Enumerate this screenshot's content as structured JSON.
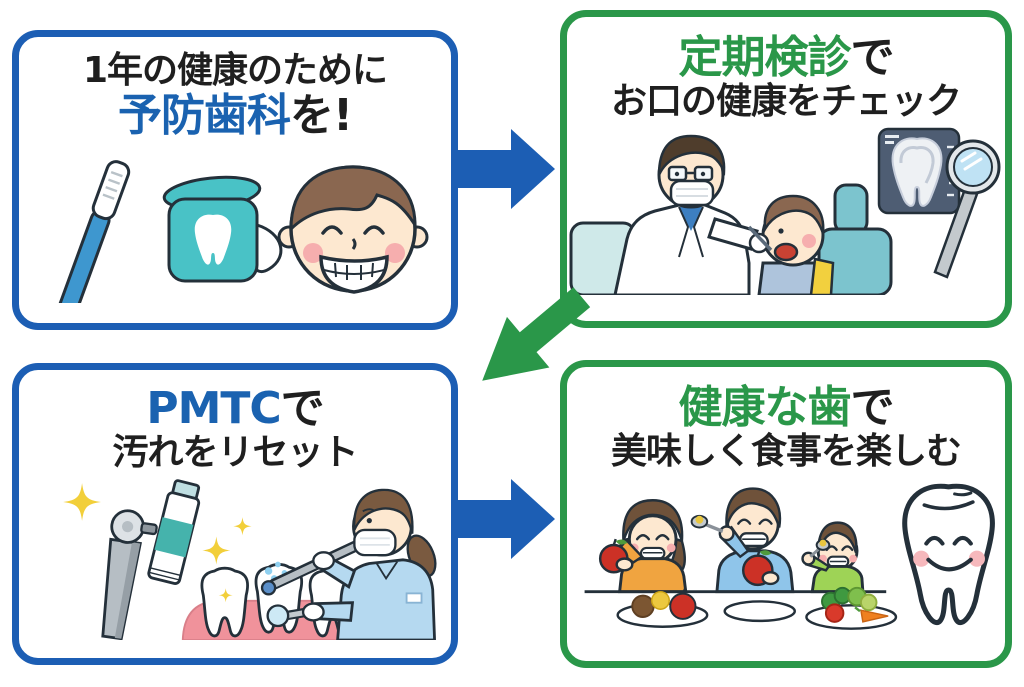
{
  "colors": {
    "blue_accent": "#1c5eb4",
    "blue_text": "#1a62b0",
    "green_accent": "#2a9749",
    "text_black": "#1f1f1f",
    "background": "#ffffff"
  },
  "panels": {
    "prevention": {
      "line1": [
        {
          "text": "1年の健康のために",
          "color": "#1f1f1f"
        }
      ],
      "line2": [
        {
          "text": "予防歯科",
          "color": "#1a62b0"
        },
        {
          "text": "を!",
          "color": "#1f1f1f"
        }
      ],
      "illustrations": [
        "toothbrush",
        "dental-floss-box",
        "smiling-boy"
      ]
    },
    "checkup": {
      "line1": [
        {
          "text": "定期検診",
          "color": "#2a9749"
        },
        {
          "text": "で",
          "color": "#1f1f1f"
        }
      ],
      "line2": [
        {
          "text": "お口の健康をチェック",
          "color": "#1f1f1f"
        }
      ],
      "illustrations": [
        "dentist-examining-patient",
        "tooth-xray",
        "dental-mirror"
      ]
    },
    "pmtc": {
      "line1": [
        {
          "text": "PMTC",
          "color": "#1a62b0"
        },
        {
          "text": "で",
          "color": "#1f1f1f"
        }
      ],
      "line2": [
        {
          "text": "汚れをリセット",
          "color": "#1f1f1f"
        }
      ],
      "illustrations": [
        "sparkles",
        "polishing-handpiece",
        "toothpaste-tube",
        "teeth-being-cleaned",
        "dental-hygienist"
      ]
    },
    "healthy": {
      "line1": [
        {
          "text": "健康な歯",
          "color": "#2a9749"
        },
        {
          "text": "で",
          "color": "#1f1f1f"
        }
      ],
      "line2": [
        {
          "text": "美味しく食事を楽しむ",
          "color": "#1f1f1f"
        }
      ],
      "illustrations": [
        "family-eating-meal",
        "smiling-tooth-character"
      ]
    }
  },
  "arrows": [
    {
      "from": "prevention",
      "to": "checkup",
      "direction": "right",
      "color": "#1c5eb4"
    },
    {
      "from": "checkup",
      "to": "pmtc",
      "direction": "down-left",
      "color": "#2a9749"
    },
    {
      "from": "pmtc",
      "to": "healthy",
      "direction": "right",
      "color": "#1c5eb4"
    }
  ]
}
